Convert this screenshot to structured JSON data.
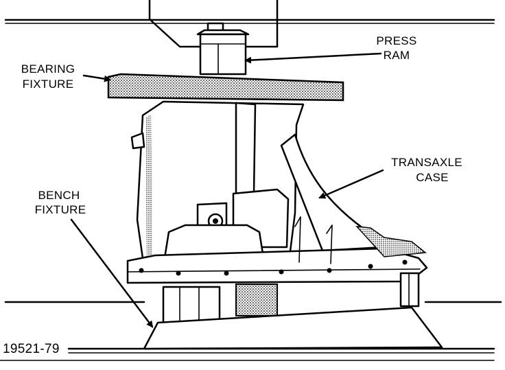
{
  "labels": {
    "press_ram": [
      "PRESS",
      "RAM"
    ],
    "bearing_fixture": [
      "BEARING",
      "FIXTURE"
    ],
    "transaxle_case": [
      "TRANSAXLE",
      "CASE"
    ],
    "bench_fixture": [
      "BENCH",
      "FIXTURE"
    ]
  },
  "figure_number": "19521-79"
}
